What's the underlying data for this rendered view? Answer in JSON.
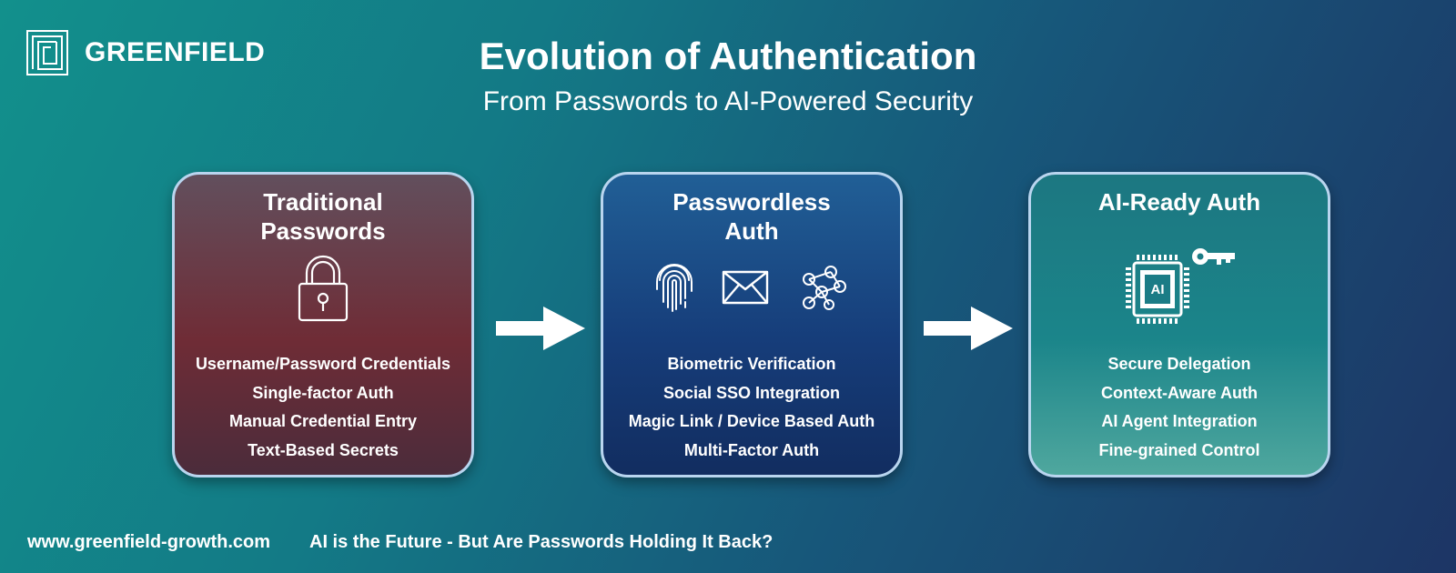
{
  "brand": {
    "name": "GREENFIELD",
    "logo_icon": "square-spiral-logo-icon"
  },
  "header": {
    "title": "Evolution of Authentication",
    "subtitle": "From Passwords to AI-Powered Security"
  },
  "stages": [
    {
      "title_lines": [
        "Traditional",
        "Passwords"
      ],
      "icons": [
        "padlock-icon"
      ],
      "features": [
        "Username/Password Credentials",
        "Single-factor Auth",
        "Manual Credential Entry",
        "Text-Based Secrets"
      ]
    },
    {
      "title_lines": [
        "Passwordless",
        "Auth"
      ],
      "icons": [
        "fingerprint-icon",
        "envelope-icon",
        "user-network-icon"
      ],
      "features": [
        "Biometric Verification",
        "Social SSO Integration",
        "Magic Link / Device Based Auth",
        "Multi-Factor Auth"
      ]
    },
    {
      "title_lines": [
        "AI-Ready Auth"
      ],
      "icons": [
        "ai-chip-key-icon"
      ],
      "chip_label": "AI",
      "features": [
        "Secure Delegation",
        "Context-Aware Auth",
        "AI Agent Integration",
        "Fine-grained Control"
      ]
    }
  ],
  "connectors": [
    "arrow-right-icon",
    "arrow-right-icon"
  ],
  "footer": {
    "url": "www.greenfield-growth.com",
    "tagline": "AI is the Future - But Are Passwords Holding It Back?"
  },
  "colors": {
    "background_start": "#12908c",
    "background_end": "#1d3565",
    "card_border": "#b9d5ef",
    "traditional_card": "#6f2c36",
    "passwordless_card": "#163d7a",
    "ai_card": "#1b858a"
  }
}
